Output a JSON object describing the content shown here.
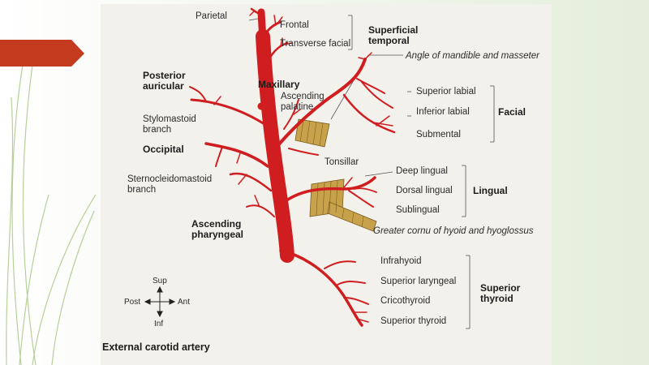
{
  "theme": {
    "accent": "#c0392b",
    "artery": "#d01e20",
    "bone": "#c8a24a",
    "panel": "#f3f1ec"
  },
  "title": "External carotid artery",
  "labels": {
    "parietal": "Parietal",
    "frontal": "Frontal",
    "transverse_facial": "Transverse facial",
    "superficial_temporal_1": "Superficial",
    "superficial_temporal_2": "temporal",
    "angle_mandible": "Angle of mandible and masseter",
    "posterior_auricular_1": "Posterior",
    "posterior_auricular_2": "auricular",
    "maxillary": "Maxillary",
    "ascending_palatine_1": "Ascending",
    "ascending_palatine_2": "palatine",
    "superior_labial": "Superior labial",
    "inferior_labial": "Inferior labial",
    "facial": "Facial",
    "stylomastoid_1": "Stylomastoid",
    "stylomastoid_2": "branch",
    "submental": "Submental",
    "occipital": "Occipital",
    "tonsillar": "Tonsillar",
    "deep_lingual": "Deep lingual",
    "sternocleidomastoid_1": "Sternocleidomastoid",
    "sternocleidomastoid_2": "branch",
    "dorsal_lingual": "Dorsal lingual",
    "lingual": "Lingual",
    "sublingual": "Sublingual",
    "ascending_pharyngeal_1": "Ascending",
    "ascending_pharyngeal_2": "pharyngeal",
    "greater_cornu": "Greater cornu of hyoid and hyoglossus",
    "infrahyoid": "Infrahyoid",
    "superior_laryngeal": "Superior laryngeal",
    "cricothyroid": "Cricothyroid",
    "superior_thyroid_branch": "Superior thyroid",
    "superior_thyroid_1": "Superior",
    "superior_thyroid_2": "thyroid"
  },
  "compass": {
    "sup": "Sup",
    "inf": "Inf",
    "post": "Post",
    "ant": "Ant"
  }
}
